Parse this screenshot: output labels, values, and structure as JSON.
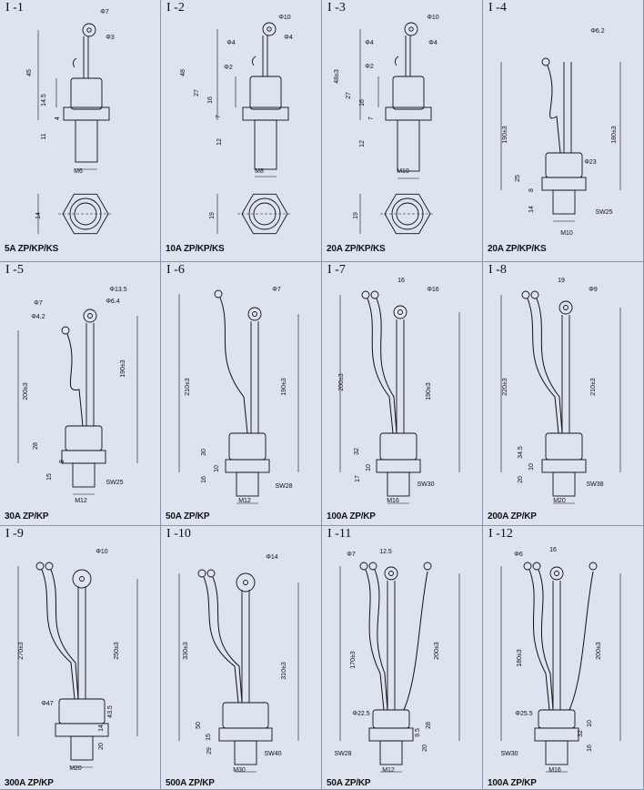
{
  "cells": [
    {
      "id": "I -1",
      "caption": "5A ZP/KP/KS",
      "labels": [
        "Φ7",
        "Φ3",
        "45",
        "14.5",
        "4",
        "11",
        "M6",
        "14"
      ]
    },
    {
      "id": "I -2",
      "caption": "10A ZP/KP/KS",
      "labels": [
        "Φ10",
        "Φ4",
        "Φ4",
        "Φ2",
        "48",
        "27",
        "16",
        "7",
        "12",
        "M8",
        "19"
      ]
    },
    {
      "id": "I -3",
      "caption": "20A ZP/KP/KS",
      "labels": [
        "Φ10",
        "Φ4",
        "Φ4",
        "Φ2",
        "48±3",
        "27",
        "16",
        "7",
        "12",
        "M10",
        "19"
      ]
    },
    {
      "id": "I -4",
      "caption": "20A ZP/KP/KS",
      "labels": [
        "Φ6.2",
        "190±3",
        "180±3",
        "Φ23",
        "25",
        "8",
        "14",
        "SW25",
        "M10"
      ]
    },
    {
      "id": "I -5",
      "caption": "30A ZP/KP",
      "labels": [
        "Φ7",
        "Φ4.2",
        "Φ13.5",
        "Φ6.4",
        "200±3",
        "190±3",
        "28",
        "8",
        "15",
        "SW25",
        "M12"
      ]
    },
    {
      "id": "I -6",
      "caption": "50A ZP/KP",
      "labels": [
        "Φ7",
        "210±3",
        "190±3",
        "30",
        "10",
        "16",
        "SW28",
        "M12"
      ]
    },
    {
      "id": "I -7",
      "caption": "100A ZP/KP",
      "labels": [
        "16",
        "Φ16",
        "200±3",
        "190±3",
        "32",
        "10",
        "17",
        "SW30",
        "M16"
      ]
    },
    {
      "id": "I -8",
      "caption": "200A ZP/KP",
      "labels": [
        "19",
        "Φ9",
        "220±3",
        "210±3",
        "34.5",
        "10",
        "20",
        "SW38",
        "M20"
      ]
    },
    {
      "id": "I -9",
      "caption": "300A ZP/KP",
      "labels": [
        "Φ10",
        "270±3",
        "250±3",
        "Φ47",
        "43.5",
        "14",
        "20",
        "M20"
      ]
    },
    {
      "id": "I -10",
      "caption": "500A ZP/KP",
      "labels": [
        "Φ14",
        "330±3",
        "310±3",
        "50",
        "15",
        "29",
        "SW40",
        "M30"
      ]
    },
    {
      "id": "I -11",
      "caption": "50A ZP/KP",
      "labels": [
        "Φ7",
        "12.5",
        "170±3",
        "200±3",
        "Φ22.5",
        "28",
        "9.5",
        "SW28",
        "20",
        "M12"
      ]
    },
    {
      "id": "I -12",
      "caption": "100A ZP/KP",
      "labels": [
        "Φ6",
        "16",
        "180±3",
        "200±3",
        "Φ25.5",
        "10",
        "32",
        "SW30",
        "16",
        "M16"
      ]
    }
  ]
}
